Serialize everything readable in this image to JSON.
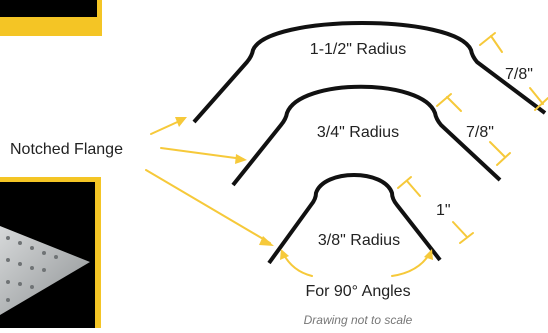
{
  "labels": {
    "large_radius": "1-1/2\" Radius",
    "medium_radius": "3/4\" Radius",
    "small_radius": "3/8\" Radius",
    "large_flange": "7/8\"",
    "medium_flange": "7/8\"",
    "small_flange": "1\"",
    "notched_flange": "Notched Flange",
    "angles_note": "For 90° Angles",
    "scale_note": "Drawing not to scale"
  },
  "colors": {
    "profile_stroke": "#111111",
    "annotation_yellow": "#f6c93a",
    "photo_yellow": "#f4c525",
    "photo_black": "#000000",
    "photo_part": "#b9bcbe",
    "note_gray": "#777777"
  }
}
